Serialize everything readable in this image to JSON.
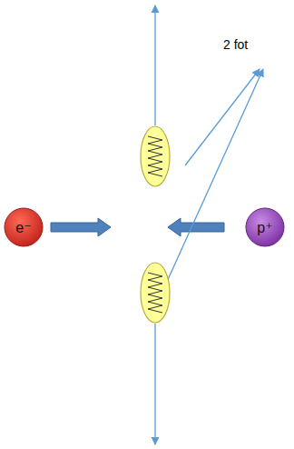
{
  "diagram": {
    "nodes": [
      {
        "text": [
          "e⁻"
        ]
      },
      {
        "text": [
          "p⁺"
        ]
      }
    ],
    "labels": [
      "2 fot"
    ]
  }
}
